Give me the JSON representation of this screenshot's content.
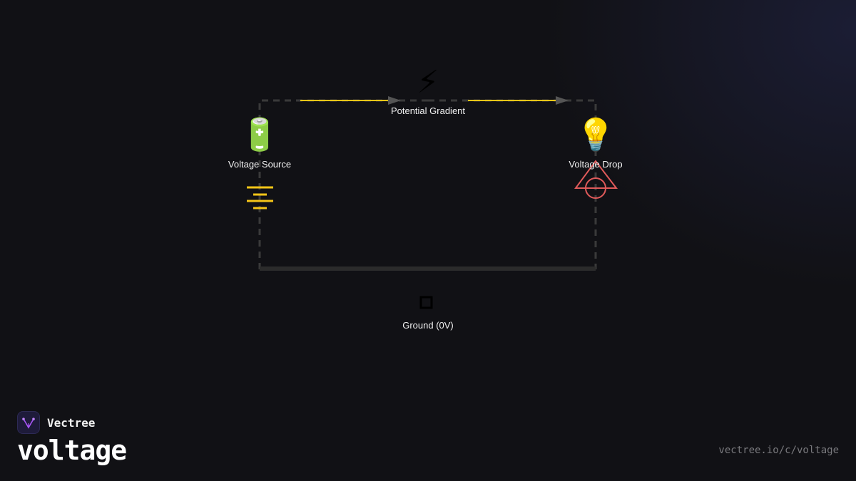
{
  "nodes": {
    "source": {
      "label": "Voltage Source",
      "icon": "battery-icon",
      "glyph": "🔋"
    },
    "gradient": {
      "label": "Potential Gradient",
      "icon": "lightning-icon",
      "glyph": "⚡"
    },
    "drop": {
      "label": "Voltage Drop",
      "icon": "lightbulb-icon",
      "glyph": "💡"
    },
    "ground": {
      "label": "Ground (0V)",
      "icon": "ground-square-icon"
    }
  },
  "colors": {
    "background": "#111115",
    "wire": "#3a3a3a",
    "current": "#f5c518",
    "arrow": "#555555",
    "resistor": "#e05a5a",
    "battery_plates": "#f5c518"
  },
  "brand": {
    "name": "Vectree",
    "topic": "voltage",
    "url": "vectree.io/c/voltage"
  }
}
